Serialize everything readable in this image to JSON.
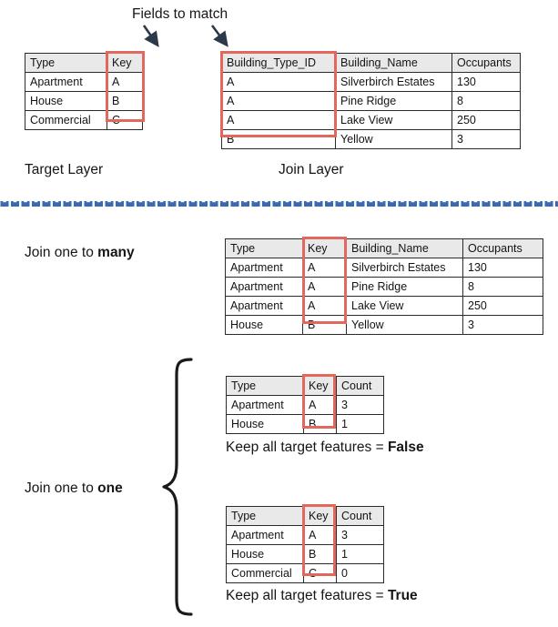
{
  "annotations": {
    "fields_to_match": "Fields to match",
    "target_layer": "Target Layer",
    "join_layer": "Join Layer",
    "join_one_to_many_prefix": "Join one to ",
    "join_one_to_many_emph": "many",
    "join_one_to_one_prefix": "Join one to ",
    "join_one_to_one_emph": "one",
    "keep_false_prefix": "Keep all target features = ",
    "keep_false_emph": "False",
    "keep_true_prefix": "Keep all target features = ",
    "keep_true_emph": "True"
  },
  "colors": {
    "highlight_red": "#e2675c",
    "divider_blue": "#3b6ab5",
    "header_gray": "#e9e9e9",
    "border_dark": "#2b2b2b",
    "text": "#141414"
  },
  "target_table": {
    "headers": [
      "Type",
      "Key"
    ],
    "rows": [
      [
        "Apartment",
        "A"
      ],
      [
        "House",
        "B"
      ],
      [
        "Commercial",
        "C"
      ]
    ]
  },
  "join_table": {
    "headers": [
      "Building_Type_ID",
      "Building_Name",
      "Occupants"
    ],
    "rows": [
      [
        "A",
        "Silverbirch Estates",
        "130"
      ],
      [
        "A",
        "Pine Ridge",
        "8"
      ],
      [
        "A",
        "Lake View",
        "250"
      ],
      [
        "B",
        "Yellow",
        "3"
      ]
    ]
  },
  "one_to_many_table": {
    "headers": [
      "Type",
      "Key",
      "Building_Name",
      "Occupants"
    ],
    "rows": [
      [
        "Apartment",
        "A",
        "Silverbirch Estates",
        "130"
      ],
      [
        "Apartment",
        "A",
        "Pine Ridge",
        "8"
      ],
      [
        "Apartment",
        "A",
        "Lake View",
        "250"
      ],
      [
        "House",
        "B",
        "Yellow",
        "3"
      ]
    ]
  },
  "one_to_one_false_table": {
    "headers": [
      "Type",
      "Key",
      "Count"
    ],
    "rows": [
      [
        "Apartment",
        "A",
        "3"
      ],
      [
        "House",
        "B",
        "1"
      ]
    ]
  },
  "one_to_one_true_table": {
    "headers": [
      "Type",
      "Key",
      "Count"
    ],
    "rows": [
      [
        "Apartment",
        "A",
        "3"
      ],
      [
        "House",
        "B",
        "1"
      ],
      [
        "Commercial",
        "C",
        "0"
      ]
    ]
  }
}
